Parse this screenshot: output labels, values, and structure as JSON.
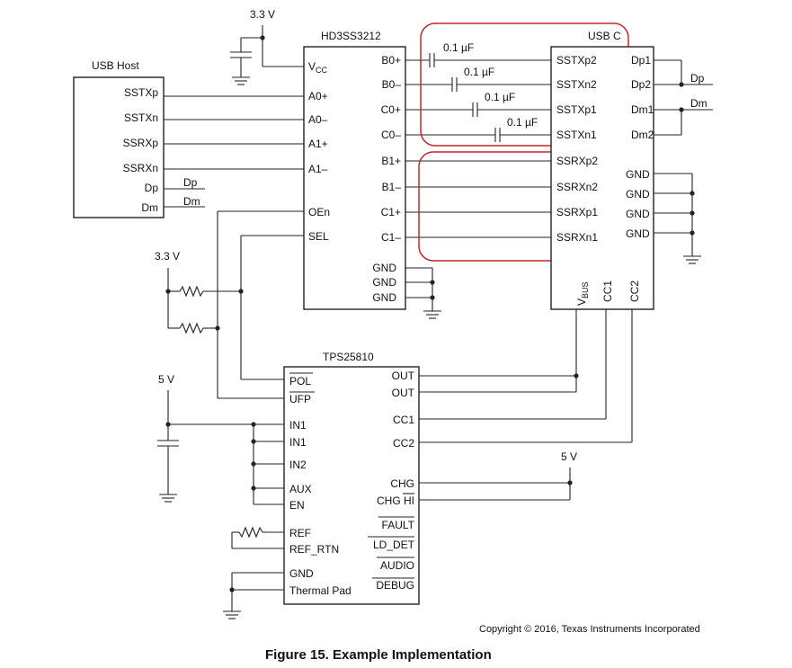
{
  "figure": {
    "caption": "Figure 15.  Example Implementation",
    "copyright": "Copyright © 2016, Texas Instruments Incorporated"
  },
  "supplies": {
    "v33_top": "3.3 V",
    "v33_left": "3.3 V",
    "v5_left": "5 V",
    "v5_right": "5 V"
  },
  "usb_host": {
    "title": "USB Host",
    "pins": [
      "SSTXp",
      "SSTXn",
      "SSRXp",
      "SSRXn",
      "Dp",
      "Dm"
    ],
    "net_dp": "Dp",
    "net_dm": "Dm"
  },
  "mux": {
    "title": "HD3SS3212",
    "vcc": "V",
    "vcc_sub": "CC",
    "left_pins": [
      "A0+",
      "A0–",
      "A1+",
      "A1–",
      "OEn",
      "SEL"
    ],
    "right_pins": [
      "B0+",
      "B0–",
      "C0+",
      "C0–",
      "B1+",
      "B1–",
      "C1+",
      "C1–"
    ],
    "gnd_pins": [
      "GND",
      "GND",
      "GND"
    ]
  },
  "caps": [
    "0.1 µF",
    "0.1 µF",
    "0.1 µF",
    "0.1 µF"
  ],
  "usbc": {
    "title": "USB C",
    "left_pins": [
      "SSTXp2",
      "SSTXn2",
      "SSTXp1",
      "SSTXn1",
      "SSRXp2",
      "SSRXn2",
      "SSRXp1",
      "SSRXn1"
    ],
    "right_pins": [
      "Dp1",
      "Dp2",
      "Dm1",
      "Dm2"
    ],
    "gnd_pins": [
      "GND",
      "GND",
      "GND",
      "GND"
    ],
    "vbus": "V",
    "vbus_sub": "BUS",
    "cc1": "CC1",
    "cc2": "CC2",
    "net_dp": "Dp",
    "net_dm": "Dm"
  },
  "tps": {
    "title": "TPS25810",
    "left_pins": [
      "POL",
      "UFP",
      "IN1",
      "IN1",
      "IN2",
      "AUX",
      "EN",
      "REF",
      "REF_RTN",
      "GND",
      "Thermal Pad"
    ],
    "right_pins": [
      "OUT",
      "OUT",
      "CC1",
      "CC2",
      "CHG",
      "CHG HI",
      "FAULT",
      "LD_DET",
      "AUDIO",
      "DEBUG"
    ]
  }
}
